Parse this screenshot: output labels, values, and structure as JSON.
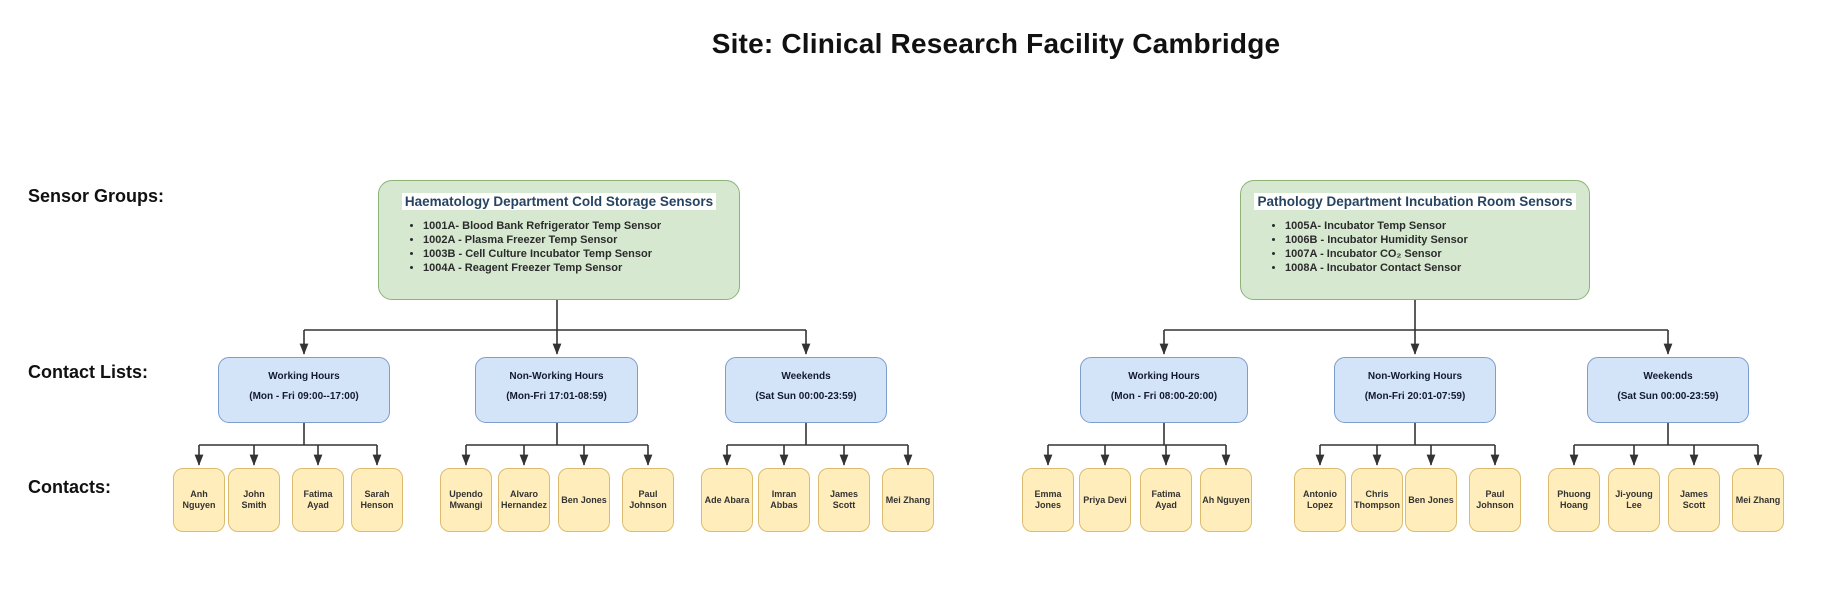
{
  "page": {
    "title": "Site: Clinical Research Facility Cambridge"
  },
  "row_labels": {
    "sensor_groups": "Sensor Groups:",
    "contact_lists": "Contact Lists:",
    "contacts": "Contacts:"
  },
  "palette": {
    "sensor_group_fill": "#d7e8d1",
    "sensor_group_border": "#8db377",
    "sensor_group_heading_text": "#26435f",
    "contact_list_fill": "#d3e3f8",
    "contact_list_border": "#7e9dcb",
    "contact_fill": "#ffeebc",
    "contact_border": "#ddbb6e",
    "connector": "#333333"
  },
  "groups": [
    {
      "name": "Haematology Department Cold Storage Sensors",
      "sensors": [
        "1001A- Blood Bank Refrigerator Temp Sensor",
        "1002A - Plasma Freezer Temp Sensor",
        "1003B - Cell Culture Incubator Temp Sensor",
        "1004A - Reagent Freezer Temp Sensor"
      ],
      "contact_lists": [
        {
          "name": "Working Hours",
          "schedule": "(Mon - Fri 09:00--17:00)",
          "contacts": [
            "Anh Nguyen",
            "John Smith",
            "Fatima Ayad",
            "Sarah Henson"
          ]
        },
        {
          "name": "Non-Working Hours",
          "schedule": "(Mon-Fri 17:01-08:59)",
          "contacts": [
            "Upendo Mwangi",
            "Alvaro Hernandez",
            "Ben Jones",
            "Paul Johnson"
          ]
        },
        {
          "name": "Weekends",
          "schedule": "(Sat Sun 00:00-23:59)",
          "contacts": [
            "Ade Abara",
            "Imran Abbas",
            "James Scott",
            "Mei Zhang"
          ]
        }
      ]
    },
    {
      "name": "Pathology Department Incubation Room Sensors",
      "sensors": [
        "1005A- Incubator Temp Sensor",
        "1006B - Incubator Humidity Sensor",
        "1007A - Incubator CO₂ Sensor",
        "1008A - Incubator Contact Sensor"
      ],
      "contact_lists": [
        {
          "name": "Working Hours",
          "schedule": "(Mon - Fri 08:00-20:00)",
          "contacts": [
            "Emma Jones",
            "Priya Devi",
            "Fatima Ayad",
            "Ah Nguyen"
          ]
        },
        {
          "name": "Non-Working Hours",
          "schedule": "(Mon-Fri 20:01-07:59)",
          "contacts": [
            "Antonio Lopez",
            "Chris Thompson",
            "Ben Jones",
            "Paul Johnson"
          ]
        },
        {
          "name": "Weekends",
          "schedule": "(Sat Sun 00:00-23:59)",
          "contacts": [
            "Phuong Hoang",
            "Ji-young Lee",
            "James Scott",
            "Mei Zhang"
          ]
        }
      ]
    }
  ]
}
